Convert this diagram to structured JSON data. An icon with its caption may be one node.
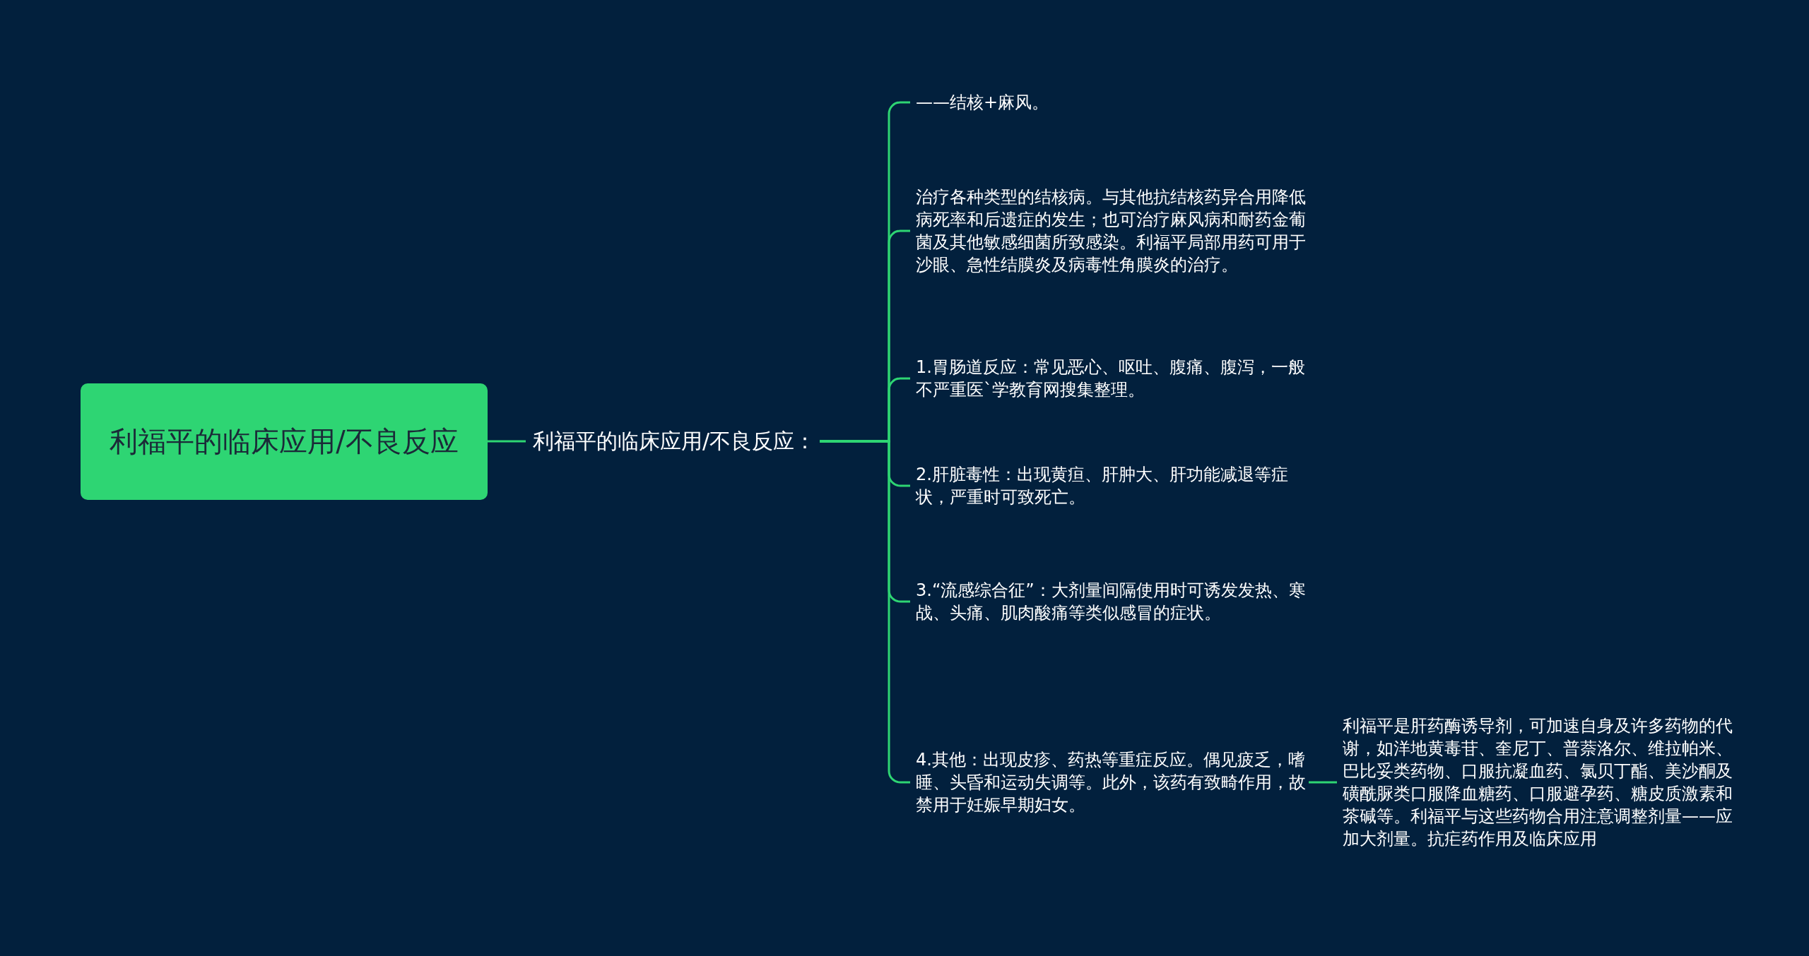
{
  "diagram": {
    "nodes": [
      {
        "text": [
          "利福平的临床应用/不良反应"
        ]
      },
      {
        "text": [
          "利福平的临床应用/不良反应："
        ]
      },
      {
        "text": [
          "——结核+麻风。"
        ]
      },
      {
        "text": [
          "治疗各种类型的结核病。与其他抗结核药异合用降低病死率和后遗症的发生；也可治疗麻风病和耐药金葡菌及其他敏感细菌所致感染。利福平局部用药可用于沙眼、急性结膜炎及病毒性角膜炎的治疗。"
        ]
      },
      {
        "text": [
          "1.胃肠道反应：常见恶心、呕吐、腹痛、腹泻，一般不严重医`学教育网搜集整理。"
        ]
      },
      {
        "text": [
          "2.肝脏毒性：出现黄疸、肝肿大、肝功能减退等症状，严重时可致死亡。"
        ]
      },
      {
        "text": [
          "3.“流感综合征”：大剂量间隔使用时可诱发发热、寒战、头痛、肌肉酸痛等类似感冒的症状。"
        ]
      },
      {
        "text": [
          "4.其他：出现皮疹、药热等重症反应。偶见疲乏，嗜睡、头昏和运动失调等。此外，该药有致畸作用，故禁用于妊娠早期妇女。"
        ]
      },
      {
        "text": [
          "利福平是肝药酶诱导剂，可加速自身及许多药物的代谢，如洋地黄毒苷、奎尼丁、普萘洛尔、维拉帕米、巴比妥类药物、口服抗凝血药、氯贝丁酯、美沙酮及磺酰脲类口服降血糖药、口服避孕药、糖皮质激素和茶碱等。利福平与这些药物合用注意调整剂量——应加大剂量。抗疟药作用及临床应用"
        ]
      }
    ],
    "edges": [
      {
        "from": 0,
        "to": 1,
        "arrow": "none"
      },
      {
        "from": 1,
        "to": 2,
        "arrow": "none"
      },
      {
        "from": 1,
        "to": 3,
        "arrow": "none"
      },
      {
        "from": 1,
        "to": 4,
        "arrow": "none"
      },
      {
        "from": 1,
        "to": 5,
        "arrow": "none"
      },
      {
        "from": 1,
        "to": 6,
        "arrow": "none"
      },
      {
        "from": 1,
        "to": 7,
        "arrow": "none"
      },
      {
        "from": 7,
        "to": 8,
        "arrow": "none"
      }
    ]
  }
}
